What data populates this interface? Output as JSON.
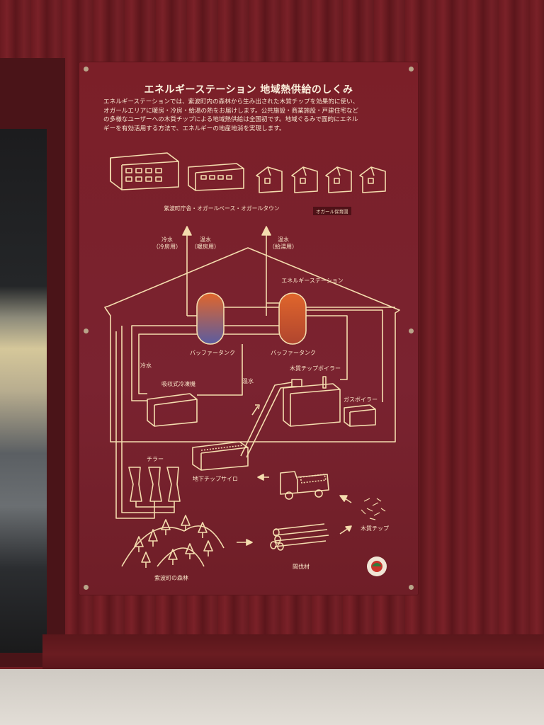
{
  "sign": {
    "title": "エネルギーステーション 地域熱供給のしくみ",
    "intro": "エネルギーステーションでは、紫波町内の森林から生み出された木質チップを効果的に使い、\nオガールエリアに暖房・冷房・給湯の熱をお届けします。公共施設・商業施設・戸建住宅など\nの多様なユーザーへの木質チップによる地域熱供給は全国初です。地域ぐるみで面的にエネル\nギーを有効活用する方法で、エネルギーの地産地消を実現します。",
    "consumers_label": "紫波町庁舎・オガールベース・オガールタウン",
    "consumers_tag": "オガール保育園",
    "cold_water_cooling": "冷水\n（冷房用）",
    "hot_water_heating": "温水\n（暖房用）",
    "hot_water_supply": "温水\n（給湯用）",
    "station_label": "エネルギーステーション",
    "buffer_tank_1": "バッファータンク",
    "buffer_tank_2": "バッファータンク",
    "cold_water": "冷水",
    "hot_water": "温水",
    "absorption_chiller": "吸収式冷凍機",
    "chip_boiler": "木質チップボイラー",
    "gas_boiler": "ガスボイラー",
    "chiller": "チラー",
    "underground_silo": "地下チップサイロ",
    "wood_chip": "木質チップ",
    "forest": "紫波町の森林",
    "thinned_wood": "間伐材"
  },
  "colors": {
    "board": "#7a2028",
    "line": "#f4dcae",
    "tank_hot": "#e0662c",
    "tank_cool": "#5b5ca0"
  }
}
